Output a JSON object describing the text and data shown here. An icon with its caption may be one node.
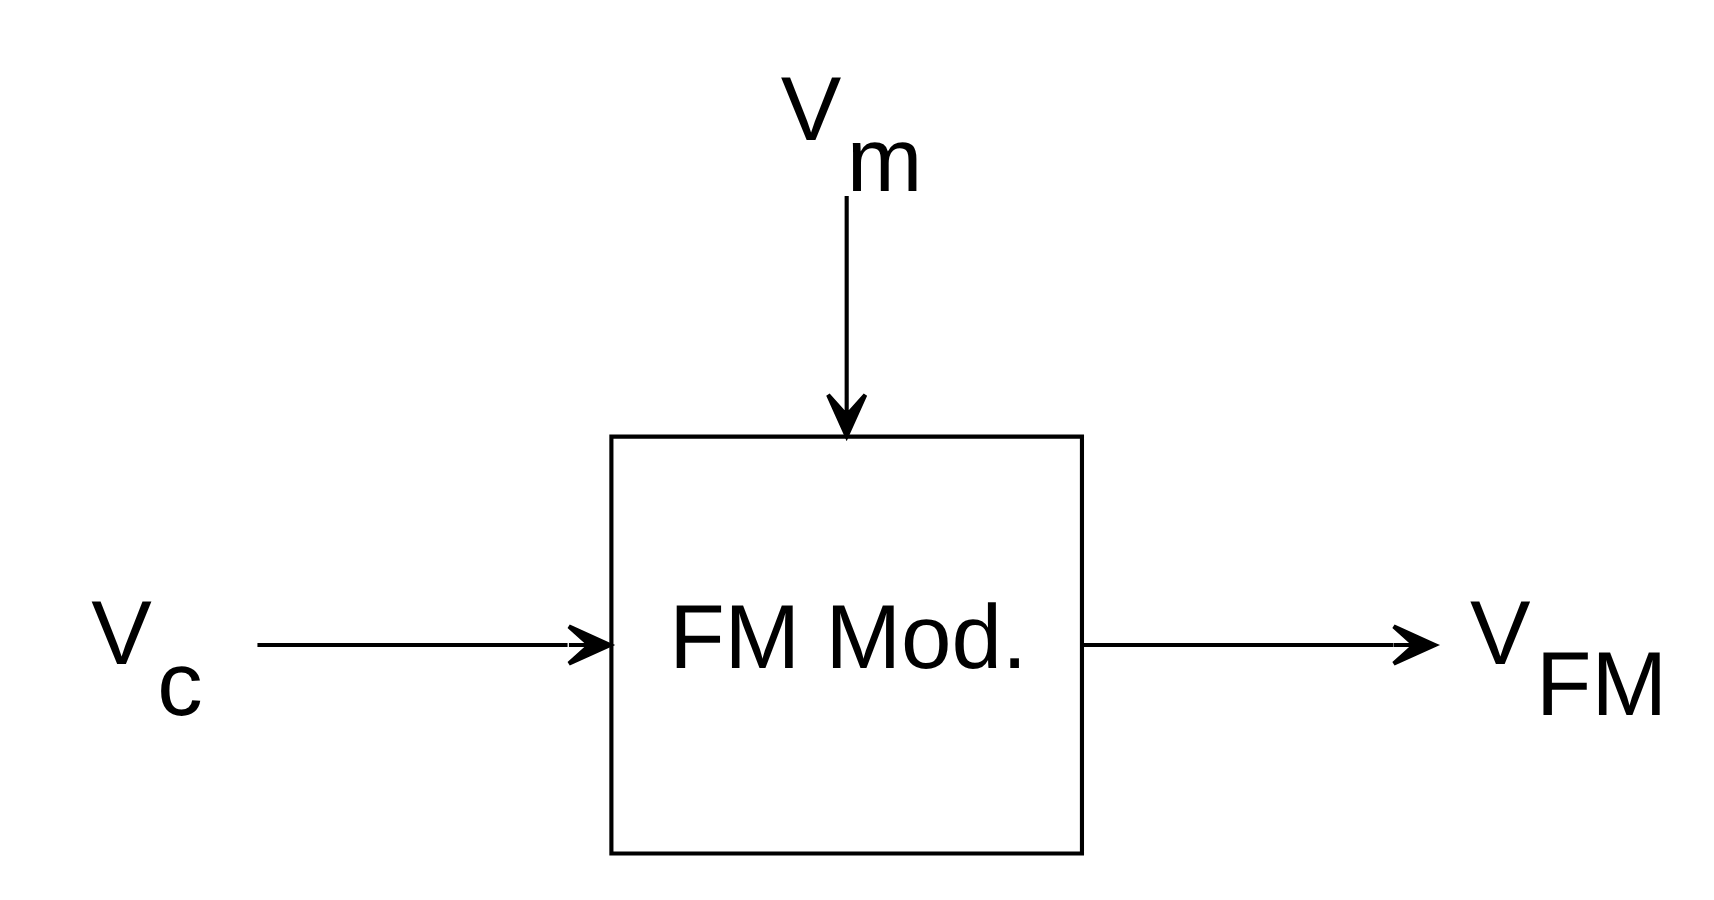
{
  "diagram": {
    "nodes": [
      {
        "text": [
          "V$_{c}$"
        ]
      },
      {
        "text": [
          "FM Mod."
        ]
      },
      {
        "text": [
          "V$_{FM}$"
        ]
      },
      {
        "text": [
          "V$_{m}$"
        ]
      }
    ],
    "edges": [
      {
        "from": 0,
        "to": 1,
        "arrow": "to"
      },
      {
        "from": 1,
        "to": 2,
        "arrow": "to"
      },
      {
        "from": 3,
        "to": 1,
        "arrow": "to"
      }
    ]
  }
}
